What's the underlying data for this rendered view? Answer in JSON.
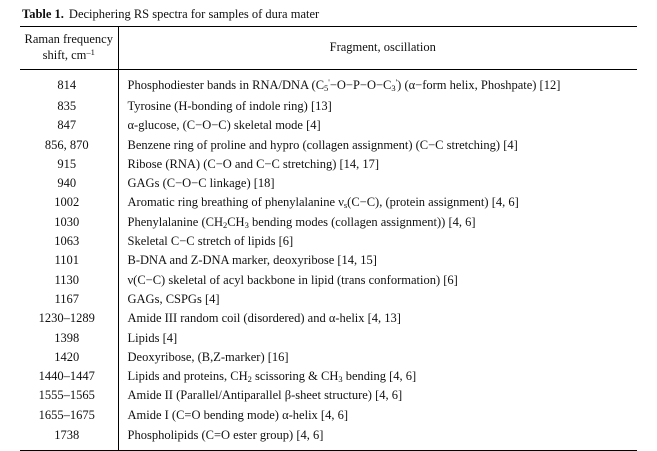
{
  "caption": {
    "label": "Table 1.",
    "text": "Deciphering RS spectra for samples of dura mater"
  },
  "table": {
    "columns": [
      {
        "key": "shift",
        "header_line1": "Raman frequency",
        "header_line2": "shift, cm",
        "header_sup": "–1"
      },
      {
        "key": "fragment",
        "header": "Fragment, oscillation"
      }
    ],
    "rows": [
      {
        "shift": "814",
        "fragment": "Phosphodiester bands in RNA/DNA (C₅′−O−P−O−C₃′) (α−form helix, Phoshpate) [12]",
        "fragment_html": "Phosphodiester bands in RNA/DNA (C<sub>5</sub><sup>'</sup>−O−P−O−C<sub>3</sub><sup>'</sup>) (α−form helix, Phoshpate) [12]"
      },
      {
        "shift": "835",
        "fragment": "Tyrosine (H-bonding of indole ring) [13]",
        "fragment_html": "Tyrosine (H-bonding of indole ring) [13]"
      },
      {
        "shift": "847",
        "fragment": "α-glucose, (C−O−C) skeletal mode [4]",
        "fragment_html": "α-glucose, (C−O−C) skeletal mode [4]"
      },
      {
        "shift": "856, 870",
        "fragment": "Benzene ring of proline and hypro (collagen assignment) (C−C stretching) [4]",
        "fragment_html": "Benzene ring of proline and hypro (collagen assignment) (C−C stretching) [4]"
      },
      {
        "shift": "915",
        "fragment": "Ribose (RNA) (C−O and C−C stretching) [14, 17]",
        "fragment_html": "Ribose (RNA) (C−O and C−C stretching) [14, 17]"
      },
      {
        "shift": "940",
        "fragment": "GAGs (C−O−C linkage) [18]",
        "fragment_html": "GAGs (C−O−C linkage) [18]"
      },
      {
        "shift": "1002",
        "fragment": "Aromatic ring breathing of phenylalanine νs(C−C), (protein assignment) [4, 6]",
        "fragment_html": "Aromatic ring breathing of phenylalanine ν<sub>s</sub>(C−C), (protein assignment) [4, 6]"
      },
      {
        "shift": "1030",
        "fragment": "Phenylalanine (CH2CH3 bending modes (collagen assignment)) [4, 6]",
        "fragment_html": "Phenylalanine (CH<sub>2</sub>CH<sub>3</sub> bending modes (collagen assignment)) [4, 6]"
      },
      {
        "shift": "1063",
        "fragment": "Skeletal C−C stretch of lipids [6]",
        "fragment_html": "Skeletal C−C stretch of lipids [6]"
      },
      {
        "shift": "1101",
        "fragment": "B-DNA and Z-DNA marker, deoxyribose [14, 15]",
        "fragment_html": "B-DNA and Z-DNA marker, deoxyribose [14, 15]"
      },
      {
        "shift": "1130",
        "fragment": "ν(C−C) skeletal of acyl backbone in lipid (trans conformation) [6]",
        "fragment_html": "ν(C−C) skeletal of acyl backbone in lipid (trans conformation) [6]"
      },
      {
        "shift": "1167",
        "fragment": "GAGs, CSPGs [4]",
        "fragment_html": "GAGs, CSPGs [4]"
      },
      {
        "shift": "1230–1289",
        "fragment": "Amide III random coil (disordered) and α-helix [4, 13]",
        "fragment_html": "Amide III random coil (disordered) and α-helix [4, 13]"
      },
      {
        "shift": "1398",
        "fragment": "Lipids [4]",
        "fragment_html": "Lipids [4]"
      },
      {
        "shift": "1420",
        "fragment": "Deoxyribose, (B,Z-marker) [16]",
        "fragment_html": "Deoxyribose, (B,Z-marker) [16]"
      },
      {
        "shift": "1440–1447",
        "fragment": "Lipids and proteins, CH2 scissoring & CH3 bending [4, 6]",
        "fragment_html": "Lipids and proteins, CH<sub>2</sub> scissoring &amp; CH<sub>3</sub> bending [4, 6]"
      },
      {
        "shift": "1555–1565",
        "fragment": "Amide II (Parallel/Antiparallel β-sheet structure) [4, 6]",
        "fragment_html": "Amide II (Parallel/Antiparallel β-sheet structure) [4, 6]"
      },
      {
        "shift": "1655–1675",
        "fragment": "Amide I (C=O bending mode) α-helix [4, 6]",
        "fragment_html": "Amide I (C=O bending mode) α-helix [4, 6]"
      },
      {
        "shift": "1738",
        "fragment": "Phospholipids (C=O ester group) [4, 6]",
        "fragment_html": "Phospholipids (C=O ester group) [4, 6]"
      }
    ]
  }
}
